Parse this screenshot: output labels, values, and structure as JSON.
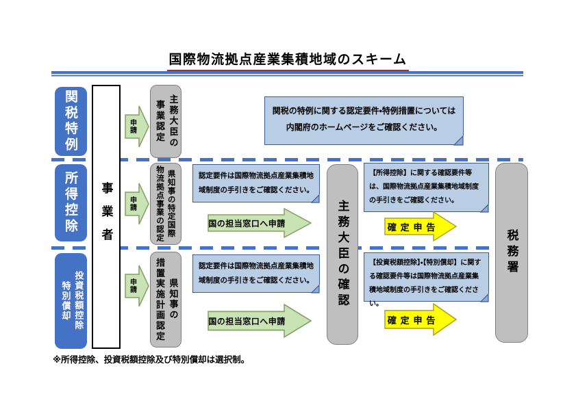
{
  "title": "国際物流拠点産業集積地域のスキーム",
  "footnote": "※所得控除、投資税額控除及び特別償却は選択制。",
  "entity": {
    "label": "事業者"
  },
  "apply_label": "申請",
  "categories": [
    {
      "label": "関税特例"
    },
    {
      "label": "所得控除"
    },
    {
      "label": "投資税額控除\n特別償却"
    }
  ],
  "approvals": [
    {
      "label": "主務大臣の\n事業認定"
    },
    {
      "label": "県知事の特定国際\n物流拠点事業の認定"
    },
    {
      "label": "県知事の\n措置実施計画認定"
    }
  ],
  "confirmation_box": {
    "label": "主務大臣の確認"
  },
  "tax_office_box": {
    "label": "税務署"
  },
  "callouts": {
    "customs": "関税の特例に関する認定要件・特例措置については\n内閣府のホームページをご確認ください。",
    "income_left": "認定要件は国際物流拠点産業集積地域制度の手引きをご確認ください。",
    "income_right": "【所得控除】に関する確認要件等は、国際物流拠点産業集積地域制度の手引きをご確認ください。",
    "invest_left": "認定要件は国際物流拠点産業集積地域制度の手引きをご確認ください。",
    "invest_right": "【投資税額控除】・【特別償却】に関する確認要件等は国際物流拠点産業集積地域制度の手引きをご確認ください。"
  },
  "flow_arrows": {
    "national_desk_income": "国の担当窓口へ申請",
    "national_desk_invest": "国の担当窓口へ申請",
    "tax_return_income": "確定申告",
    "tax_return_invest": "確定申告"
  },
  "colors": {
    "category_blue": "#4472C4",
    "gray_box": "#BFBFBF",
    "callout_blue": "#B9CDE5",
    "callout_border": "#39598F",
    "green_arrow": "#C9E3B5",
    "green_arrow_border": "#85A065",
    "yellow_arrow": "#FFFF00",
    "yellow_arrow_border": "#B0A030",
    "line_blue": "#4472C4",
    "title_underline_red": "#953735"
  }
}
